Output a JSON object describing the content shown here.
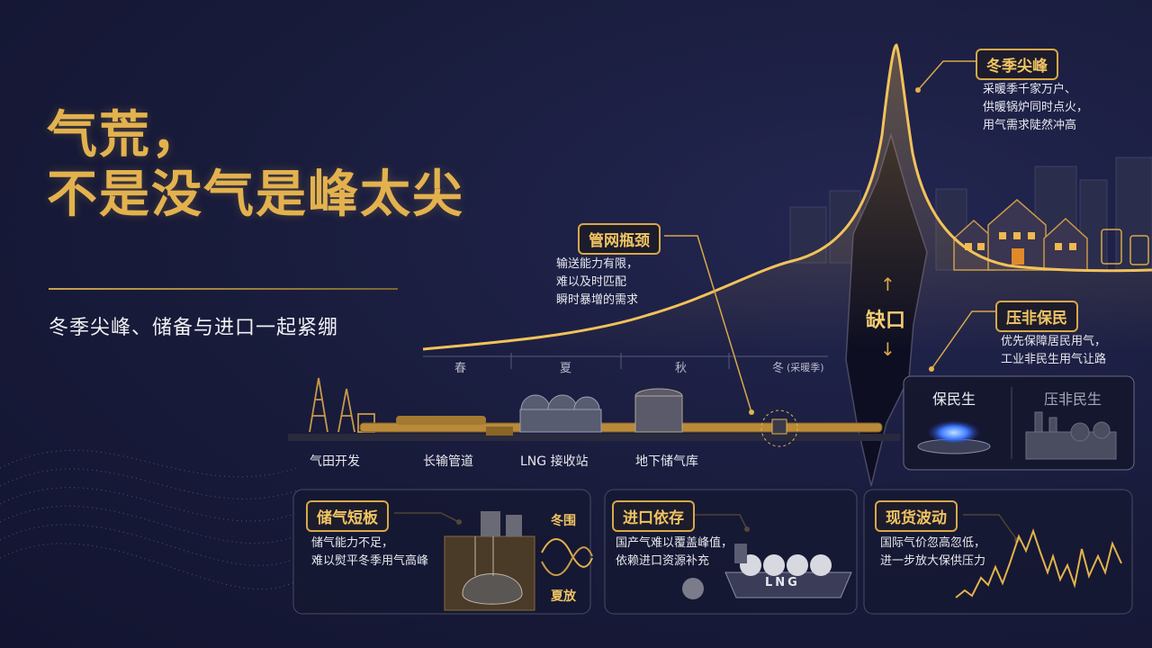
{
  "title_lines": [
    "气荒，",
    "不是没气是峰太尖"
  ],
  "subtitle": "冬季尖峰、储备与进口一起紧绷",
  "seasons": [
    "春",
    "夏",
    "秋",
    "冬",
    "(采暖季)"
  ],
  "gap_label": "缺口",
  "chain": {
    "gas_field": "气田开发",
    "pipeline": "长输管道",
    "lng_terminal": "LNG 接收站",
    "underground_storage": "地下储气库"
  },
  "callouts": {
    "winter_peak": {
      "tag": "冬季尖峰",
      "lines": [
        "采暖季千家万户、",
        "供暖锅炉同时点火，",
        "用气需求陡然冲高"
      ]
    },
    "network_bottleneck": {
      "tag": "管网瓶颈",
      "lines": [
        "输送能力有限，",
        "难以及时匹配",
        "瞬时暴增的需求"
      ]
    },
    "residential_priority": {
      "tag": "压非保民",
      "lines": [
        "优先保障居民用气，",
        "工业非民生用气让路"
      ],
      "left_label": "保民生",
      "right_label": "压非民生"
    },
    "storage_shortfall": {
      "tag": "储气短板",
      "lines": [
        "储气能力不足，",
        "难以熨平冬季用气高峰"
      ],
      "winter_inject": "冬围",
      "summer_release": "夏放"
    },
    "import_dependence": {
      "tag": "进口依存",
      "lines": [
        "国产气难以覆盖峰值，",
        "依赖进口资源补充"
      ],
      "ship_text": "LNG"
    },
    "spot_volatility": {
      "tag": "现货波动",
      "lines": [
        "国际气价忽高忽低，",
        "进一步放大保供压力"
      ]
    }
  },
  "colors": {
    "gold": "#e3b24e",
    "background": "#171a38",
    "flame_blue": "#3f7bff"
  }
}
